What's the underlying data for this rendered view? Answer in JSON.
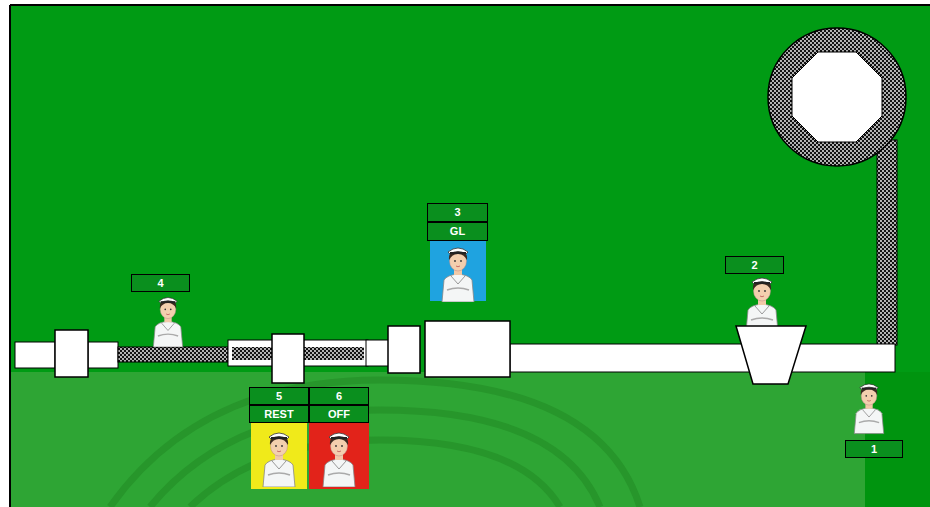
{
  "diagram": {
    "nodes": [
      {
        "text": [
          "3"
        ]
      },
      {
        "text": [
          "GL"
        ]
      },
      {
        "text": [
          "2"
        ]
      },
      {
        "text": [
          "4"
        ]
      },
      {
        "text": [
          "5"
        ]
      },
      {
        "text": [
          "6"
        ]
      },
      {
        "text": [
          "REST"
        ]
      },
      {
        "text": [
          "OFF"
        ]
      },
      {
        "text": [
          "1"
        ]
      }
    ]
  }
}
